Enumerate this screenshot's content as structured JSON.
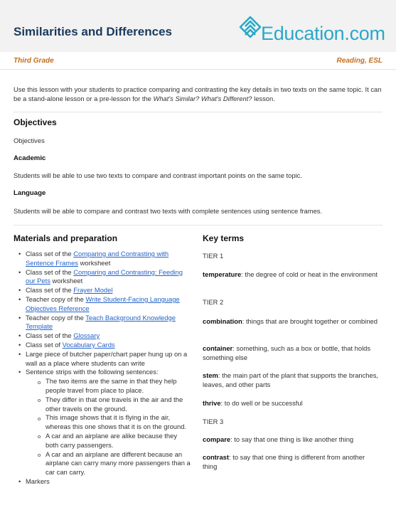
{
  "header": {
    "title": "Similarities and Differences",
    "logo_text": "Education.com"
  },
  "meta": {
    "grade": "Third Grade",
    "subject": "Reading, ESL"
  },
  "intro": {
    "part1": "Use this lesson with your students to practice comparing and contrasting the key details in two texts on the same topic. It can be a stand-alone lesson or a pre-lesson for the ",
    "emphasis": "What's Similar? What's Different?",
    "part2": " lesson."
  },
  "objectives": {
    "heading": "Objectives",
    "label": "Objectives",
    "academic_heading": "Academic",
    "academic_text": "Students will be able to use two texts to compare and contrast important points on the same topic.",
    "language_heading": "Language",
    "language_text": "Students will be able to compare and contrast two texts with complete sentences using sentence frames."
  },
  "materials": {
    "heading": "Materials and preparation",
    "items": [
      {
        "pre": "Class set of the ",
        "link": "Comparing and Contrasting with Sentence Frames",
        "post": " worksheet"
      },
      {
        "pre": "Class set of the ",
        "link": "Comparing and Contrasting: Feeding our Pets",
        "post": " worksheet"
      },
      {
        "pre": "Class set of the ",
        "link": "Frayer Model",
        "post": ""
      },
      {
        "pre": "Teacher copy of the ",
        "link": "Write Student-Facing Language Objectives Reference",
        "post": ""
      },
      {
        "pre": "Teacher copy of the ",
        "link": "Teach Background Knowledge Template",
        "post": ""
      },
      {
        "pre": "Class set of the ",
        "link": "Glossary",
        "post": ""
      },
      {
        "pre": "Class set of ",
        "link": "Vocabulary Cards",
        "post": ""
      },
      {
        "pre": "Large piece of butcher paper/chart paper hung up on a wall as a place where students can write",
        "link": "",
        "post": ""
      },
      {
        "pre": "Sentence strips with the following sentences:",
        "link": "",
        "post": ""
      }
    ],
    "sentences": [
      "The two items are the same in that they help people travel from place to place.",
      "They differ in that one travels in the air and the other travels on the ground.",
      "This image shows that it is flying in the air, whereas this one shows that it is on the ground.",
      "A car and an airplane are alike because they both carry passengers.",
      "A car and an airplane are different because an airplane can carry many more passengers than a car can carry."
    ],
    "last_item": "Markers"
  },
  "key_terms": {
    "heading": "Key terms",
    "tier1": "TIER 1",
    "tier2": "TIER 2",
    "tier3": "TIER 3",
    "terms": [
      {
        "term": "temperature",
        "def": ": the degree of cold or heat in the environment"
      },
      {
        "term": "combination",
        "def": ": things that are brought together or combined"
      },
      {
        "term": "container",
        "def": ": something, such as a box or bottle, that holds something else"
      },
      {
        "term": "stem",
        "def": ": the main part of the plant that supports the branches, leaves, and other parts"
      },
      {
        "term": "thrive",
        "def": ": to do well or be successful"
      },
      {
        "term": "compare",
        "def": ": to say that one thing is like another thing"
      },
      {
        "term": "contrast",
        "def": ": to say that one thing is different from another thing"
      }
    ]
  },
  "colors": {
    "title": "#1a3a5c",
    "accent_orange": "#c46f1d",
    "logo_teal": "#2aa8c8",
    "link_blue": "#2563c7"
  }
}
